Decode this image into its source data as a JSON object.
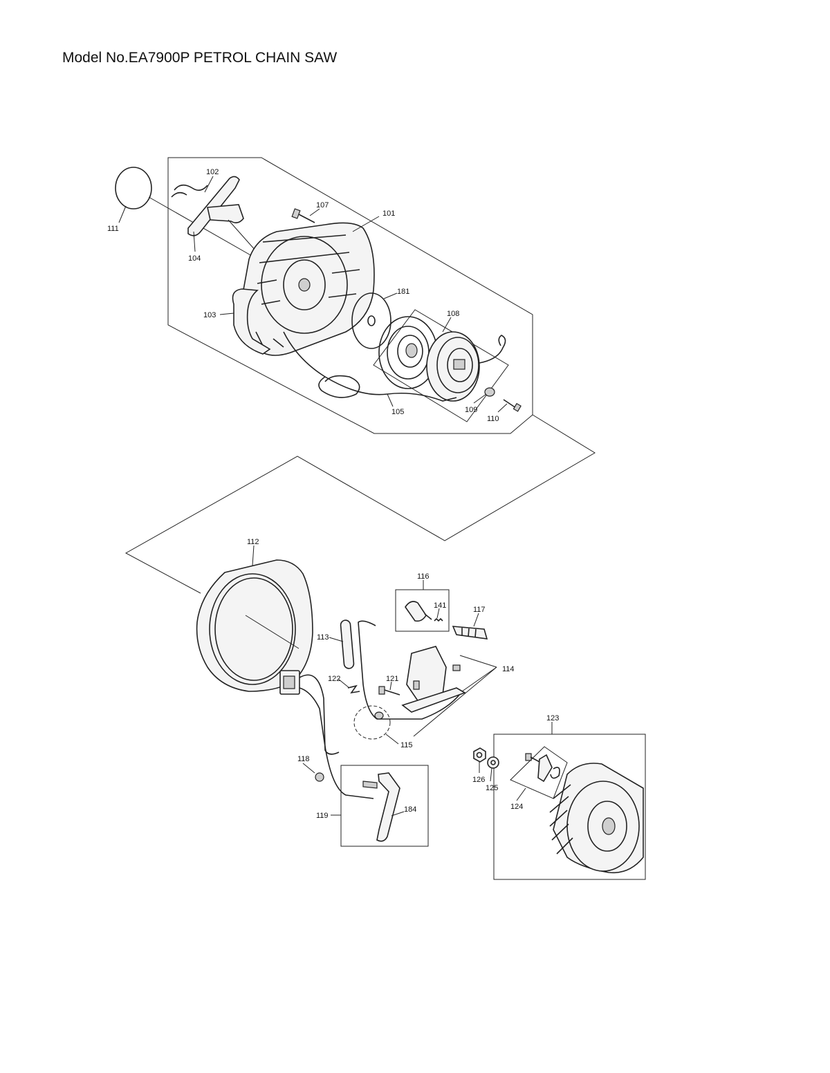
{
  "title": "Model No.EA7900P PETROL CHAIN SAW",
  "parts": {
    "p101": "101",
    "p102": "102",
    "p103": "103",
    "p104": "104",
    "p105": "105",
    "p107": "107",
    "p108": "108",
    "p109": "109",
    "p110": "110",
    "p111": "111",
    "p112": "112",
    "p113": "113",
    "p114": "114",
    "p115": "115",
    "p116": "116",
    "p117": "117",
    "p118": "118",
    "p119": "119",
    "p121": "121",
    "p122": "122",
    "p123": "123",
    "p124": "124",
    "p125": "125",
    "p126": "126",
    "p141": "141",
    "p181": "181",
    "p184": "184"
  }
}
